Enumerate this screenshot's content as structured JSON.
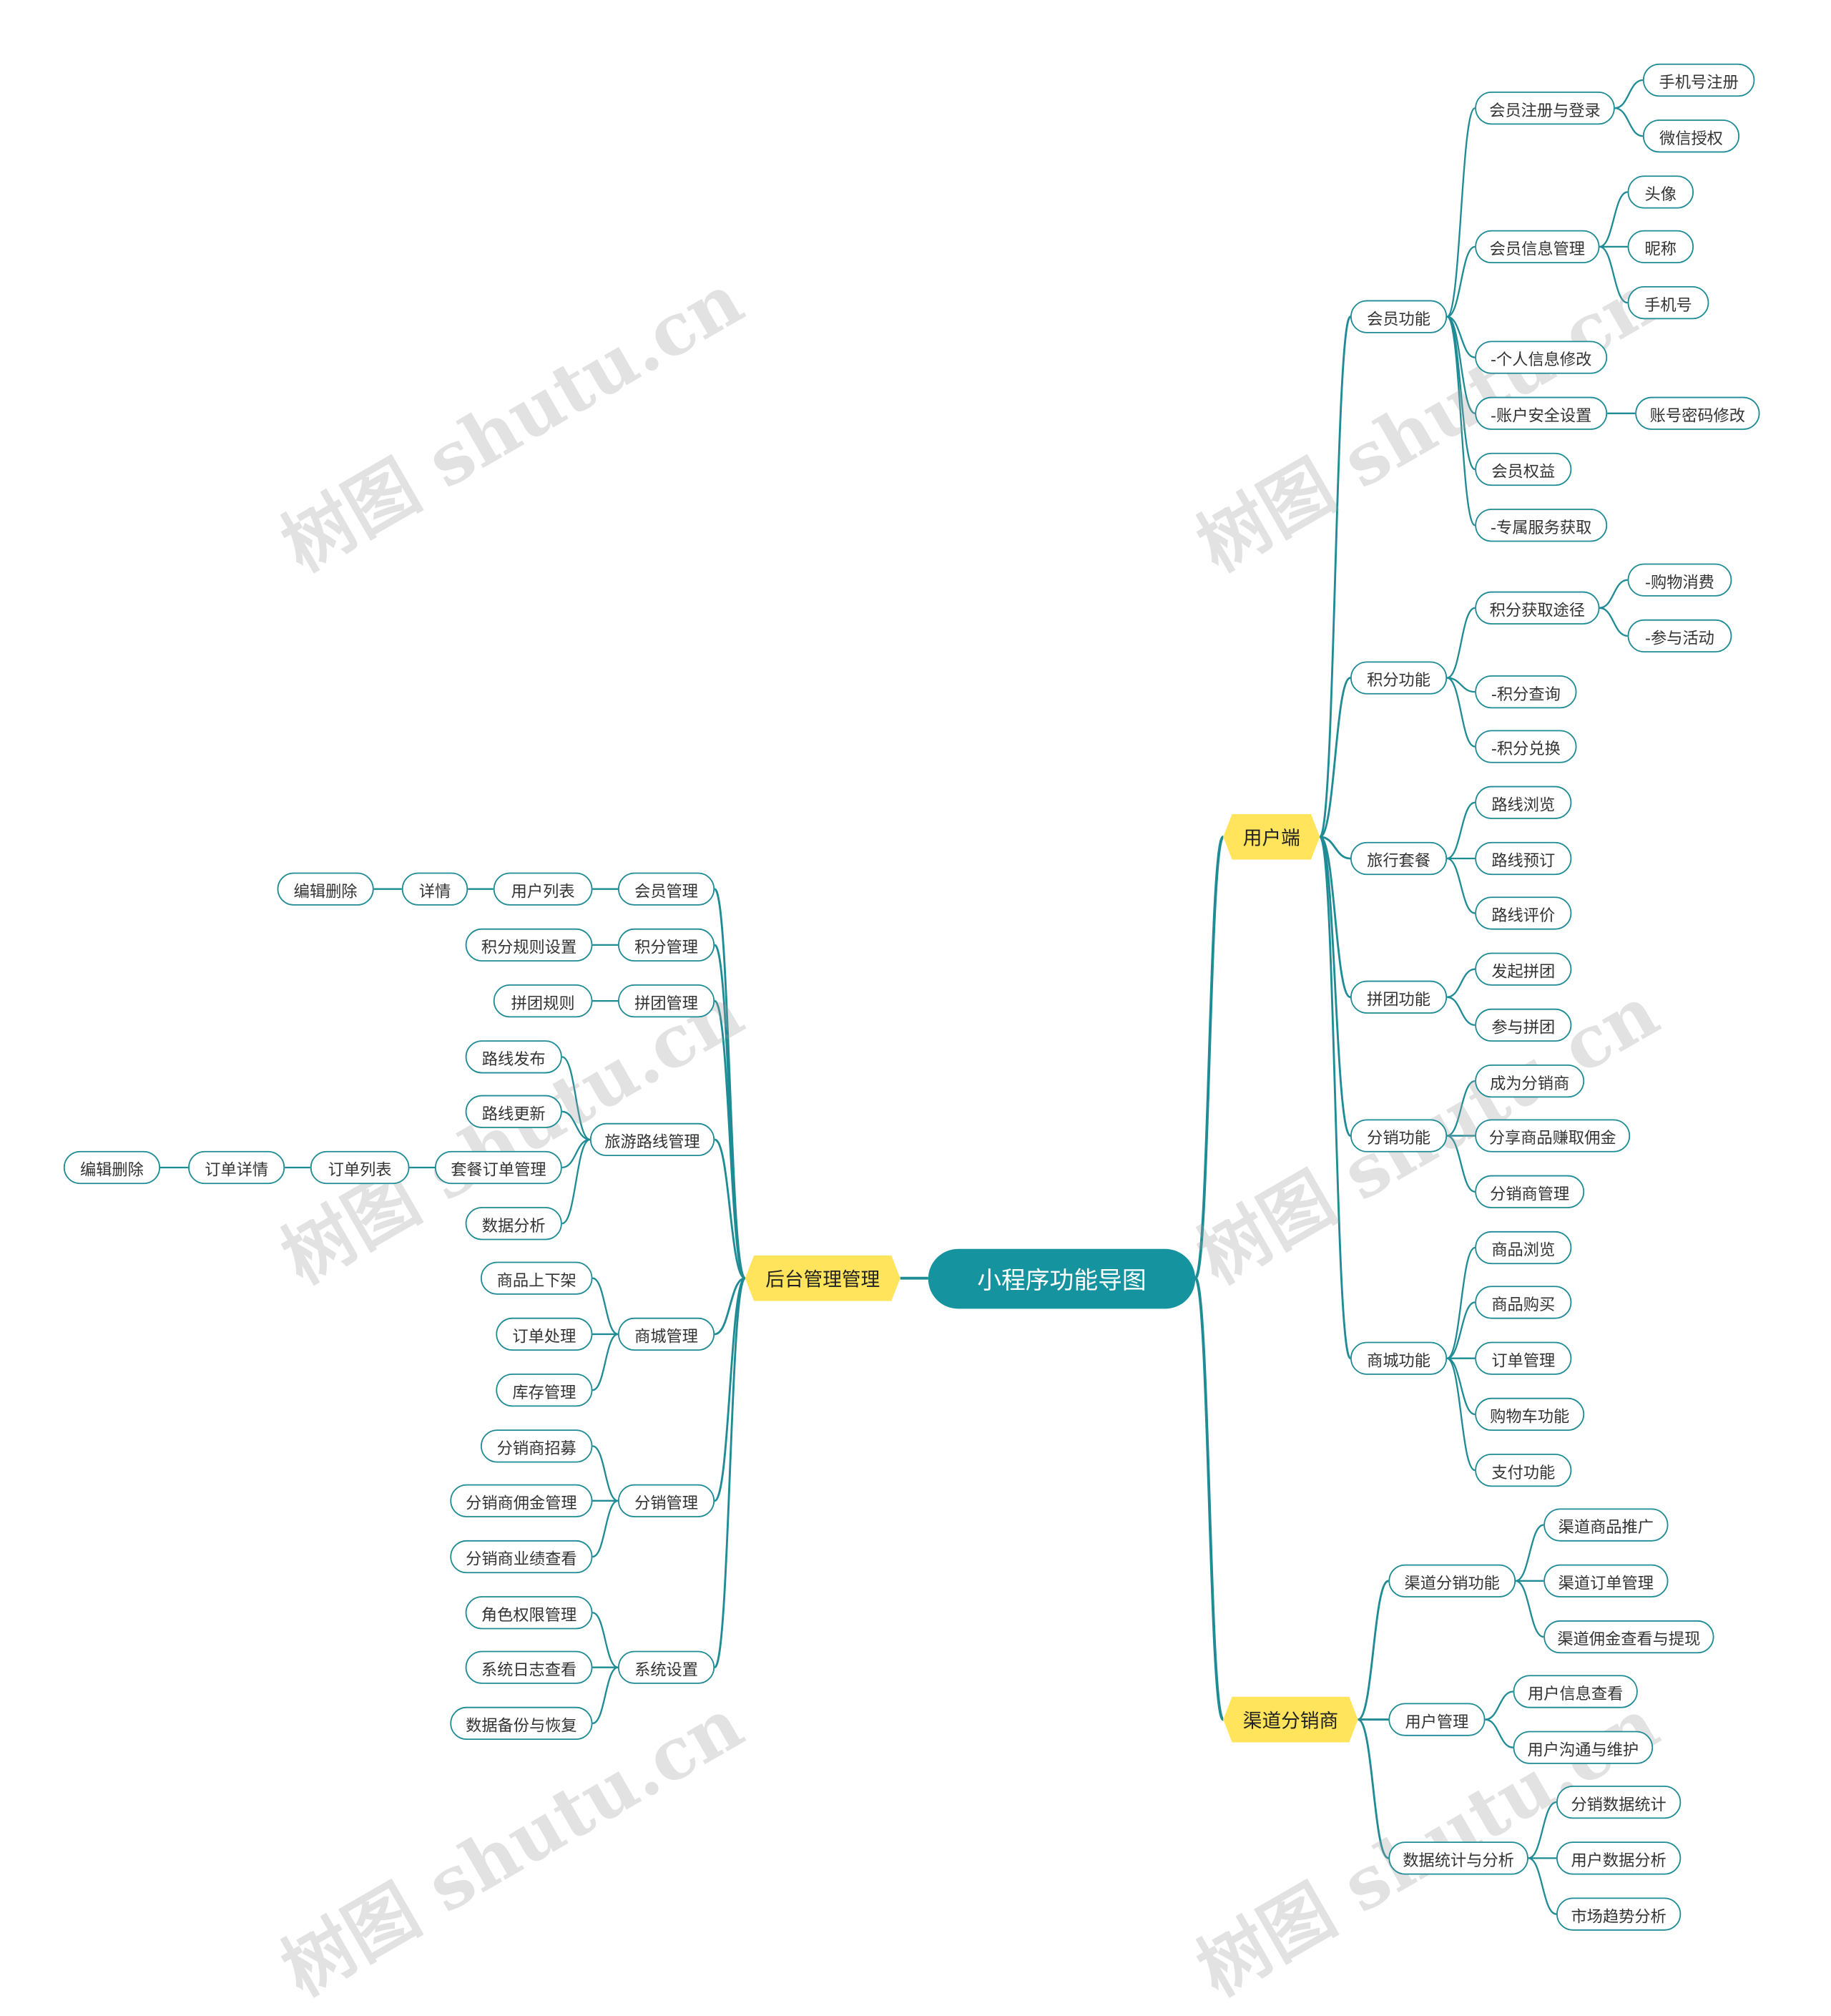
{
  "root": {
    "label": "小程序功能导图"
  },
  "watermark": "树图 shutu.cn",
  "colors": {
    "line": "#1e8b95",
    "root_fill": "#15939e",
    "branch_fill": "#ffe45c"
  },
  "branches": {
    "user": {
      "label": "用户端",
      "member": {
        "label": "会员功能",
        "register": {
          "label": "会员注册与登录",
          "children": [
            "手机号注册",
            "微信授权"
          ]
        },
        "info": {
          "label": "会员信息管理",
          "children": [
            "头像",
            "昵称",
            "手机号"
          ]
        },
        "personal_edit": "-个人信息修改",
        "security": {
          "label": "-账户安全设置",
          "children": [
            "账号密码修改"
          ]
        },
        "rights": "会员权益",
        "exclusive": "-专属服务获取"
      },
      "points": {
        "label": "积分功能",
        "ways": {
          "label": "积分获取途径",
          "children": [
            "-购物消费",
            "-参与活动"
          ]
        },
        "query": "-积分查询",
        "exchange": "-积分兑换"
      },
      "travel": {
        "label": "旅行套餐",
        "children": [
          "路线浏览",
          "路线预订",
          "路线评价"
        ]
      },
      "group": {
        "label": "拼团功能",
        "children": [
          "发起拼团",
          "参与拼团"
        ]
      },
      "distribution": {
        "label": "分销功能",
        "children": [
          "成为分销商",
          "分享商品赚取佣金",
          "分销商管理"
        ]
      },
      "mall": {
        "label": "商城功能",
        "children": [
          "商品浏览",
          "商品购买",
          "订单管理",
          "购物车功能",
          "支付功能"
        ]
      }
    },
    "channel": {
      "label": "渠道分销商",
      "dist": {
        "label": "渠道分销功能",
        "children": [
          "渠道商品推广",
          "渠道订单管理",
          "渠道佣金查看与提现"
        ]
      },
      "users": {
        "label": "用户管理",
        "children": [
          "用户信息查看",
          "用户沟通与维护"
        ]
      },
      "stats": {
        "label": "数据统计与分析",
        "children": [
          "分销数据统计",
          "用户数据分析",
          "市场趋势分析"
        ]
      }
    },
    "admin": {
      "label": "后台管理管理",
      "member": {
        "label": "会员管理",
        "list": "用户列表",
        "detail": "详情",
        "edit": "编辑删除"
      },
      "points": {
        "label": "积分管理",
        "children": [
          "积分规则设置"
        ]
      },
      "group": {
        "label": "拼团管理",
        "children": [
          "拼团规则"
        ]
      },
      "travel": {
        "label": "旅游路线管理",
        "publish": "路线发布",
        "update": "路线更新",
        "orders": {
          "label": "套餐订单管理",
          "list": "订单列表",
          "detail": "订单详情",
          "edit": "编辑删除"
        },
        "analysis": "数据分析"
      },
      "mall": {
        "label": "商城管理",
        "children": [
          "商品上下架",
          "订单处理",
          "库存管理"
        ]
      },
      "dist": {
        "label": "分销管理",
        "children": [
          "分销商招募",
          "分销商佣金管理",
          "分销商业绩查看"
        ]
      },
      "system": {
        "label": "系统设置",
        "children": [
          "角色权限管理",
          "系统日志查看",
          "数据备份与恢复"
        ]
      }
    }
  }
}
